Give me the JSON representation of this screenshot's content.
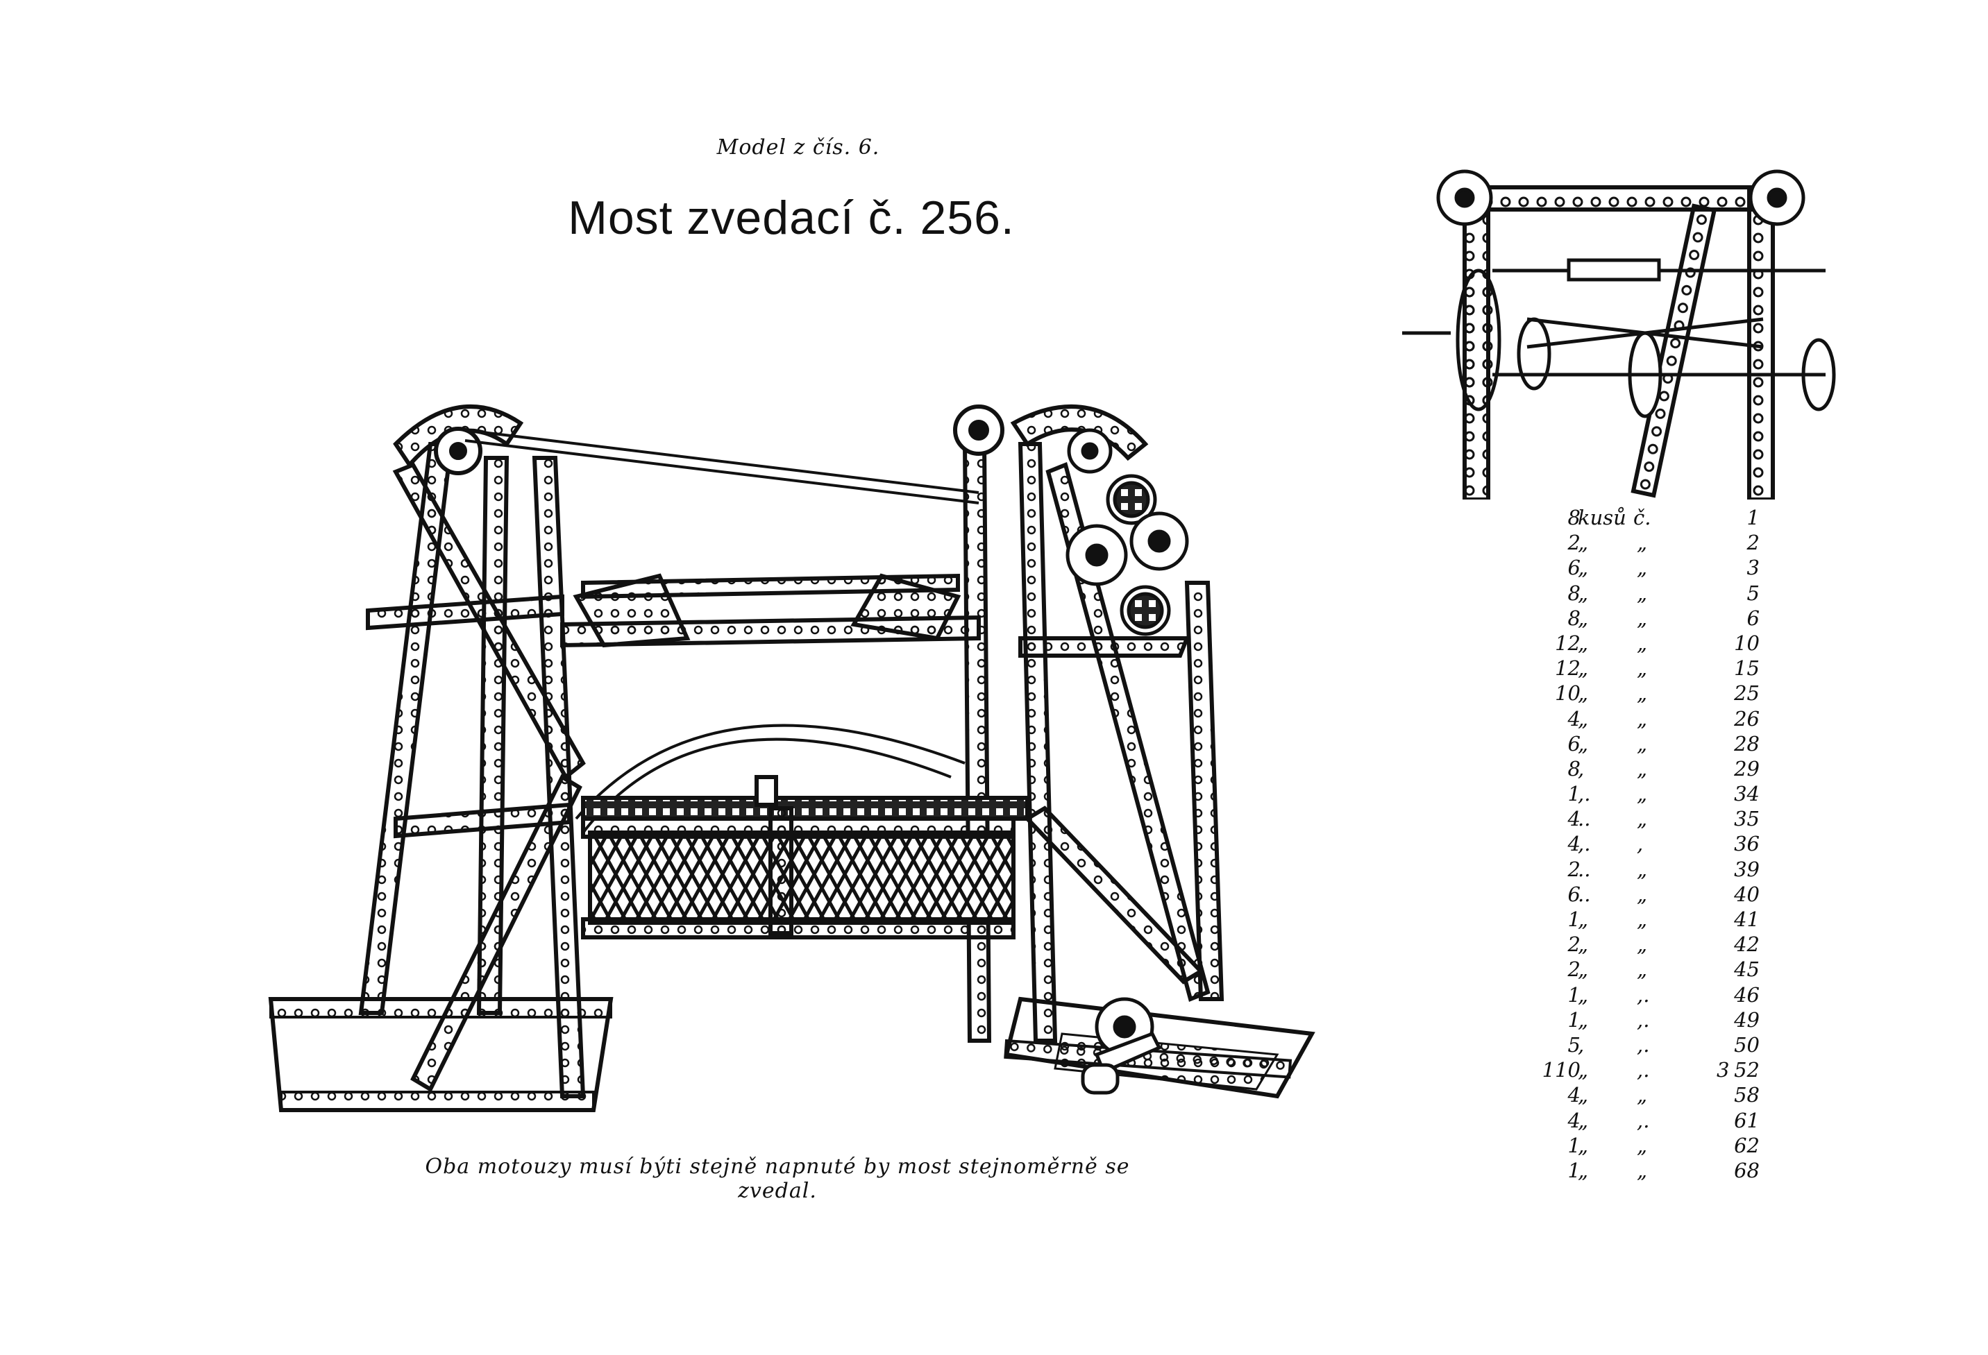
{
  "page": {
    "subtitle": "Model z čís. 6.",
    "title": "Most zvedací č. 256.",
    "caption": "Oba motouzy musí býti stejně napnuté by most stejnoměrně se zvedal."
  },
  "parts_list": [
    {
      "qty": "8",
      "unit": "kusů",
      "no_label": "č.",
      "part_no": "1"
    },
    {
      "qty": "2",
      "unit": "„",
      "no_label": "„",
      "part_no": "2"
    },
    {
      "qty": "6",
      "unit": "„",
      "no_label": "„",
      "part_no": "3"
    },
    {
      "qty": "8",
      "unit": "„",
      "no_label": "„",
      "part_no": "5"
    },
    {
      "qty": "8",
      "unit": "„",
      "no_label": "„",
      "part_no": "6"
    },
    {
      "qty": "12",
      "unit": "„",
      "no_label": "„",
      "part_no": "10"
    },
    {
      "qty": "12",
      "unit": "„",
      "no_label": "„",
      "part_no": "15"
    },
    {
      "qty": "10",
      "unit": "„",
      "no_label": "„",
      "part_no": "25"
    },
    {
      "qty": "4",
      "unit": "„",
      "no_label": "„",
      "part_no": "26"
    },
    {
      "qty": "6",
      "unit": "„",
      "no_label": "„",
      "part_no": "28"
    },
    {
      "qty": "8",
      "unit": ",",
      "no_label": "„",
      "part_no": "29"
    },
    {
      "qty": "1",
      "unit": ",.",
      "no_label": "„",
      "part_no": "34"
    },
    {
      "qty": "4",
      "unit": "..",
      "no_label": "„",
      "part_no": "35"
    },
    {
      "qty": "4",
      "unit": ",.",
      "no_label": ",",
      "part_no": "36"
    },
    {
      "qty": "2",
      "unit": "..",
      "no_label": "„",
      "part_no": "39"
    },
    {
      "qty": "6",
      "unit": "..",
      "no_label": "„",
      "part_no": "40"
    },
    {
      "qty": "1",
      "unit": "„",
      "no_label": "„",
      "part_no": "41"
    },
    {
      "qty": "2",
      "unit": "„",
      "no_label": "„",
      "part_no": "42"
    },
    {
      "qty": "2",
      "unit": "„",
      "no_label": "„",
      "part_no": "45"
    },
    {
      "qty": "1",
      "unit": "„",
      "no_label": ",.",
      "part_no": "46"
    },
    {
      "qty": "1",
      "unit": "„",
      "no_label": ",.",
      "part_no": "49"
    },
    {
      "qty": "5",
      "unit": ",",
      "no_label": ",.",
      "part_no": "50"
    },
    {
      "qty": "110",
      "unit": "„",
      "no_label": ",.",
      "part_no": "52",
      "extra": "3"
    },
    {
      "qty": "4",
      "unit": "„",
      "no_label": "„",
      "part_no": "58"
    },
    {
      "qty": "4",
      "unit": "„",
      "no_label": ",.",
      "part_no": "61"
    },
    {
      "qty": "1",
      "unit": "„",
      "no_label": "„",
      "part_no": "62"
    },
    {
      "qty": "1",
      "unit": "„",
      "no_label": "„",
      "part_no": "68"
    }
  ]
}
